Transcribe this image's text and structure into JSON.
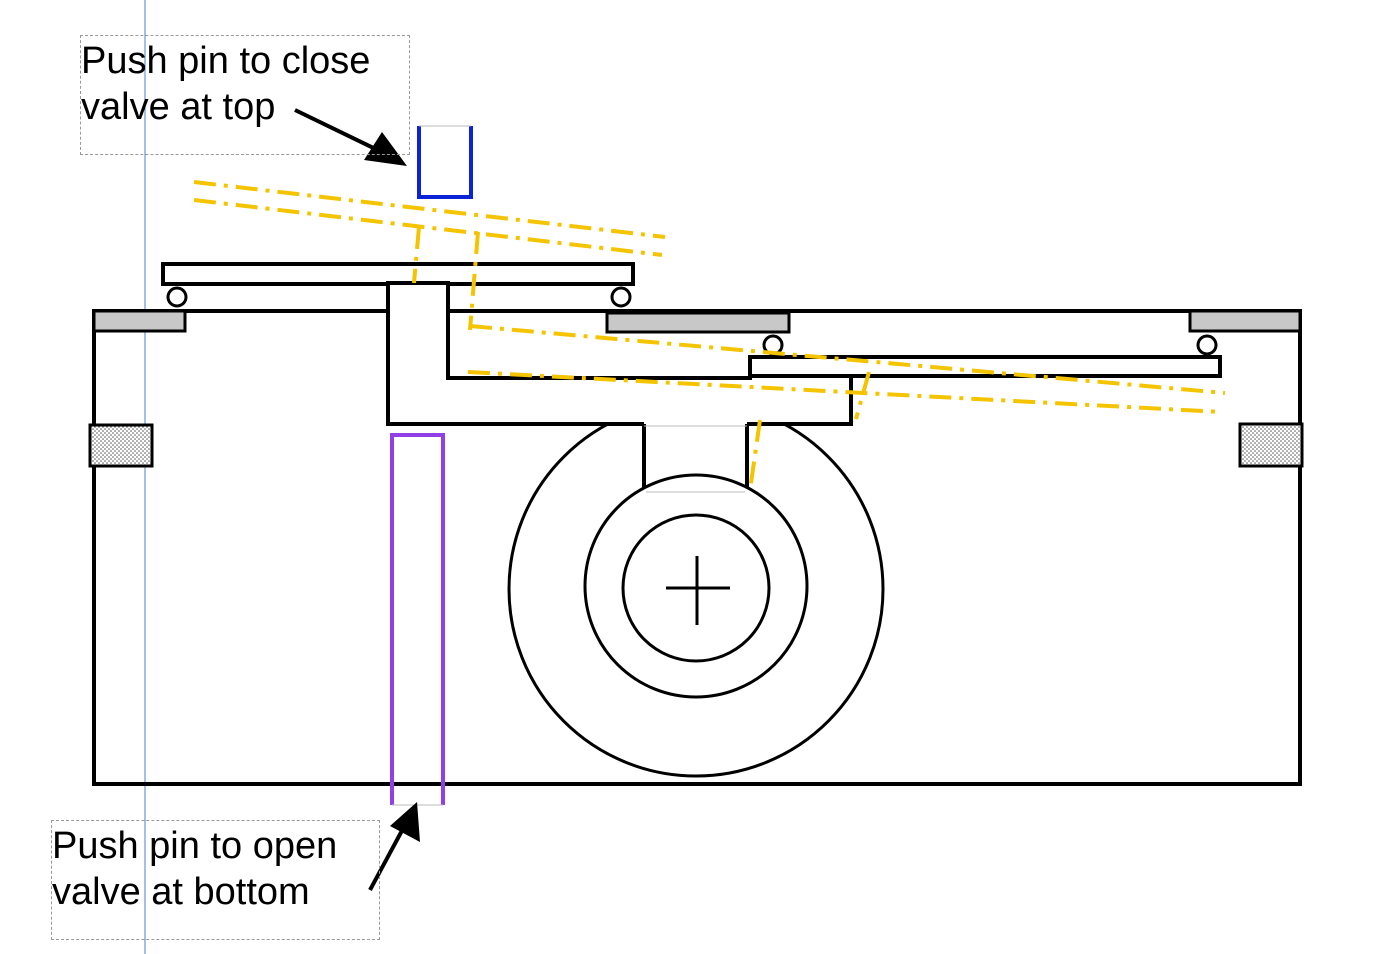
{
  "labels": {
    "top": {
      "line1": "Push pin to close",
      "line2": "valve at top"
    },
    "bottom": {
      "line1": "Push pin to open",
      "line2": "valve at bottom"
    }
  },
  "colors": {
    "outline": "#000000",
    "top_pin": "#0a23d6",
    "bottom_pin": "#9140e8",
    "dash_trace": "#f5c400",
    "seat_fill": "#c8c8c8",
    "guide_line": "#4a7fd0",
    "label_border": "#9a9a9a"
  }
}
